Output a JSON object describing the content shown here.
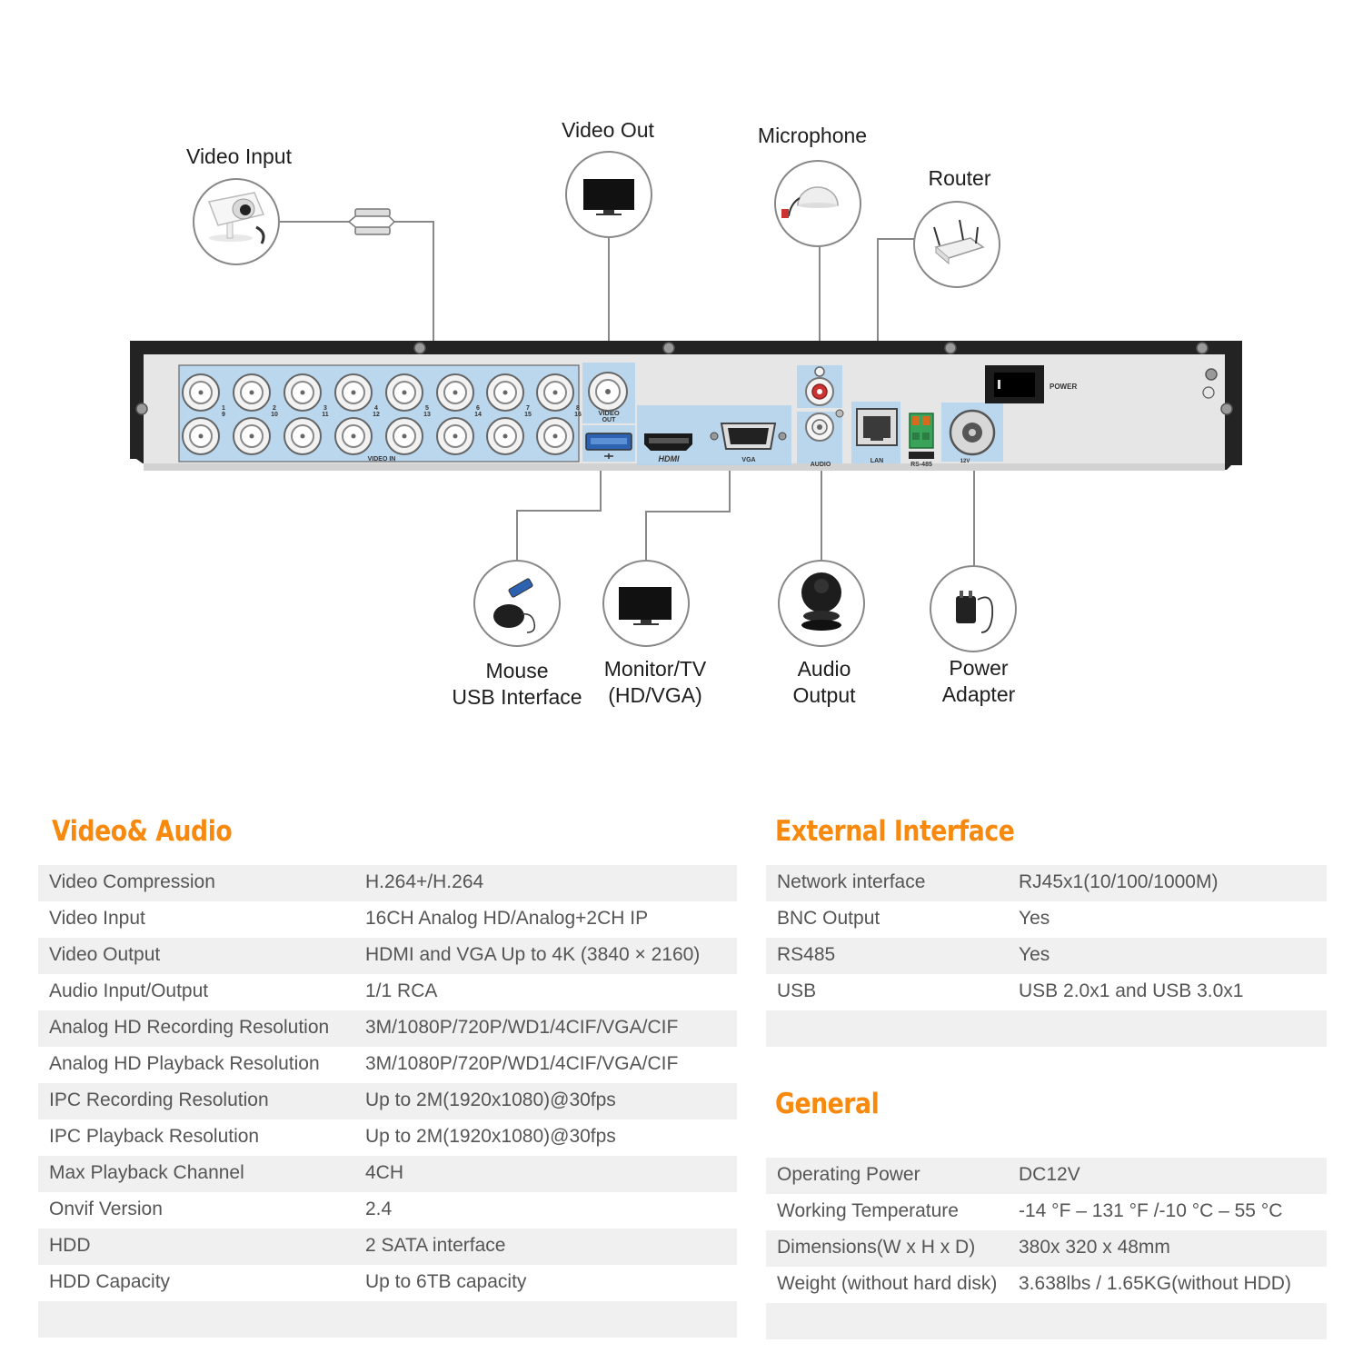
{
  "callouts": {
    "video_input": "Video Input",
    "video_out": "Video Out",
    "microphone": "Microphone",
    "router": "Router",
    "mouse_line1": "Mouse",
    "mouse_line2": "USB Interface",
    "monitor_line1": "Monitor/TV",
    "monitor_line2": "(HD/VGA)",
    "audio_line1": "Audio",
    "audio_line2": "Output",
    "power_line1": "Power",
    "power_line2": "Adapter"
  },
  "panel": {
    "video_in": "VIDEO IN",
    "video_out_1": "VIDEO",
    "video_out_2": "OUT",
    "hdmi": "HDMI",
    "vga": "VGA",
    "audio": "AUDIO",
    "lan": "LAN",
    "rs485": "RS-485",
    "power_supply": "12V",
    "power_switch": "POWER",
    "bnc_top_numbers": [
      "1",
      "2",
      "3",
      "4",
      "5",
      "6",
      "7",
      "8"
    ],
    "bnc_bottom_numbers": [
      "9",
      "10",
      "11",
      "12",
      "13",
      "14",
      "15",
      "16"
    ]
  },
  "colors": {
    "accent": "#f7890f",
    "highlight": "#b3d4ef",
    "row_shade": "#f0f0f0",
    "panel": "#e6e6e6",
    "chassis": "#232323"
  },
  "video_audio": {
    "title": "Video& Audio",
    "rows": [
      {
        "label": "Video Compression",
        "value": "H.264+/H.264"
      },
      {
        "label": "Video Input",
        "value": "16CH Analog HD/Analog+2CH IP"
      },
      {
        "label": "Video Output",
        "value": "HDMI and VGA Up to 4K (3840 × 2160)"
      },
      {
        "label": "Audio Input/Output",
        "value": "1/1 RCA"
      },
      {
        "label": "Analog HD Recording Resolution",
        "value": "3M/1080P/720P/WD1/4CIF/VGA/CIF"
      },
      {
        "label": "Analog HD Playback Resolution",
        "value": "3M/1080P/720P/WD1/4CIF/VGA/CIF"
      },
      {
        "label": "IPC Recording Resolution",
        "value": "Up to 2M(1920x1080)@30fps"
      },
      {
        "label": "IPC Playback Resolution",
        "value": "Up to 2M(1920x1080)@30fps"
      },
      {
        "label": "Max Playback Channel",
        "value": "4CH"
      },
      {
        "label": "Onvif Version",
        "value": "2.4"
      },
      {
        "label": "HDD",
        "value": "2 SATA interface"
      },
      {
        "label": "HDD Capacity",
        "value": "Up to 6TB capacity"
      },
      {
        "label": "",
        "value": ""
      }
    ]
  },
  "external_interface": {
    "title": "External  Interface",
    "rows": [
      {
        "label": "Network interface",
        "value": "RJ45x1(10/100/1000M)"
      },
      {
        "label": "BNC Output",
        "value": "Yes"
      },
      {
        "label": "RS485",
        "value": "Yes"
      },
      {
        "label": "USB",
        "value": "USB 2.0x1 and USB 3.0x1"
      },
      {
        "label": "",
        "value": ""
      }
    ]
  },
  "general": {
    "title": "General",
    "rows": [
      {
        "label": "Operating Power",
        "value": "DC12V"
      },
      {
        "label": "Working Temperature",
        "value": "-14 °F – 131 °F /-10 °C – 55 °C"
      },
      {
        "label": "Dimensions(W x H x D)",
        "value": "380x 320 x 48mm"
      },
      {
        "label": "Weight (without hard disk)",
        "value": "3.638lbs / 1.65KG(without HDD)"
      },
      {
        "label": "",
        "value": ""
      }
    ]
  }
}
